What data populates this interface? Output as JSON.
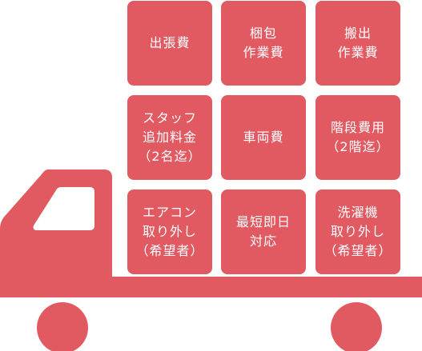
{
  "colors": {
    "accent": "#e15a62",
    "background": "#ffffff",
    "window": "#ffffff"
  },
  "cargo": {
    "items": [
      {
        "label": "出張費"
      },
      {
        "label": "梱包\n作業費"
      },
      {
        "label": "搬出\n作業費"
      },
      {
        "label": "スタッフ\n追加料金\n（2名迄）"
      },
      {
        "label": "車両費"
      },
      {
        "label": "階段費用\n（2階迄）"
      },
      {
        "label": "エアコン\n取り外し\n（希望者）"
      },
      {
        "label": "最短即日\n対応"
      },
      {
        "label": "洗濯機\n取り外し\n（希望者）"
      }
    ]
  }
}
